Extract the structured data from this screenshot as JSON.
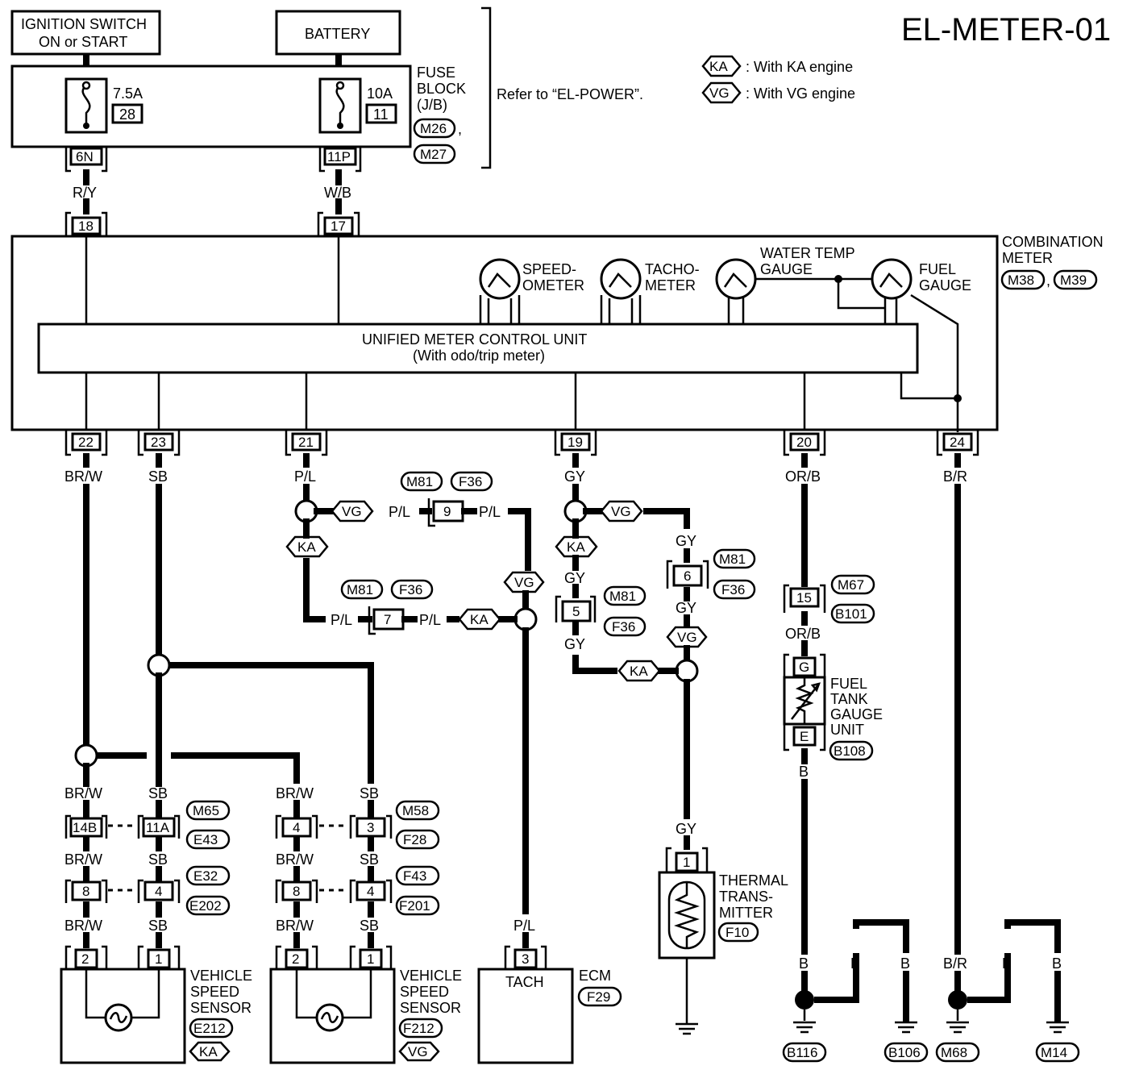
{
  "diagram_id": "EL-METER-01",
  "legend": {
    "ka_tag": "KA",
    "ka_text": ": With KA engine",
    "vg_tag": "VG",
    "vg_text": ": With VG engine"
  },
  "top": {
    "ignition_line1": "IGNITION SWITCH",
    "ignition_line2": "ON or START",
    "battery": "BATTERY",
    "fuse1_amp": "7.5A",
    "fuse1_num": "28",
    "fuse2_amp": "10A",
    "fuse2_num": "11",
    "fuse_block_l1": "FUSE",
    "fuse_block_l2": "BLOCK",
    "fuse_block_l3": "(J/B)",
    "fuse_conn1": "M26",
    "fuse_conn1_suffix": ",",
    "fuse_conn2": "M27",
    "refer": "Refer to “EL-POWER”.",
    "term_6n": "6N",
    "term_11p": "11P",
    "wire_ry": "R/Y",
    "wire_wb": "W/B",
    "pin_18": "18",
    "pin_17": "17"
  },
  "meter": {
    "combo_l1": "COMBINATION",
    "combo_l2": "METER",
    "conn_a": "M38",
    "conn_sep": ",",
    "conn_b": "M39",
    "speedo_l1": "SPEED-",
    "speedo_l2": "OMETER",
    "tacho_l1": "TACHO-",
    "tacho_l2": "METER",
    "water_l1": "WATER TEMP",
    "water_l2": "GAUGE",
    "fuel_l1": "FUEL",
    "fuel_l2": "GAUGE",
    "unit_l1": "UNIFIED METER CONTROL UNIT",
    "unit_l2": "(With odo/trip meter)"
  },
  "outputs": {
    "p22": "22",
    "p23": "23",
    "p21": "21",
    "p19": "19",
    "p20": "20",
    "p24": "24",
    "w22": "BR/W",
    "w23": "SB",
    "w21": "P/L",
    "w19": "GY",
    "w20": "OR/B",
    "w24": "B/R"
  },
  "tach_branch": {
    "vg": "VG",
    "ka": "KA",
    "vg2": "VG",
    "ka2": "KA",
    "wire_pl": "P/L",
    "conn_9": "9",
    "conn_7": "7",
    "c_m81": "M81",
    "c_f36": "F36",
    "ecm_pin": "3",
    "ecm_wire": "P/L",
    "ecm_tach": "TACH",
    "ecm": "ECM",
    "ecm_conn": "F29"
  },
  "temp_branch": {
    "vg": "VG",
    "ka": "KA",
    "vg2": "VG",
    "ka2": "KA",
    "wire_gy": "GY",
    "conn_5": "5",
    "conn_6": "6",
    "c_m81": "M81",
    "c_f36": "F36",
    "therm_pin": "1",
    "therm_l1": "THERMAL",
    "therm_l2": "TRANS-",
    "therm_l3": "MITTER",
    "therm_conn": "F10"
  },
  "fuel_branch": {
    "conn_15": "15",
    "c_m67": "M67",
    "c_b101": "B101",
    "wire_orb": "OR/B",
    "pin_g": "G",
    "pin_e": "E",
    "tank_l1": "FUEL",
    "tank_l2": "TANK",
    "tank_l3": "GAUGE",
    "tank_l4": "UNIT",
    "tank_conn": "B108",
    "wire_b": "B"
  },
  "vss": {
    "wire_brw": "BR/W",
    "wire_sb": "SB",
    "c14b": "14B",
    "c11a": "11A",
    "c8": "8",
    "c4": "4",
    "c3": "3",
    "e_m65": "M65",
    "e_e43": "E43",
    "e_e32": "E32",
    "e_e202": "E202",
    "f_m58": "M58",
    "f_f28": "F28",
    "f_f43": "F43",
    "f_f201": "F201",
    "pin2": "2",
    "pin1": "1",
    "vss_l1": "VEHICLE",
    "vss_l2": "SPEED",
    "vss_l3": "SENSOR",
    "vss_e_conn": "E212",
    "vss_e_tag": "KA",
    "vss_f_conn": "F212",
    "vss_f_tag": "VG"
  },
  "grounds": {
    "wire_b": "B",
    "wire_br": "B/R",
    "g1": "B116",
    "g2": "B106",
    "g3": "M68",
    "g4": "M14"
  }
}
